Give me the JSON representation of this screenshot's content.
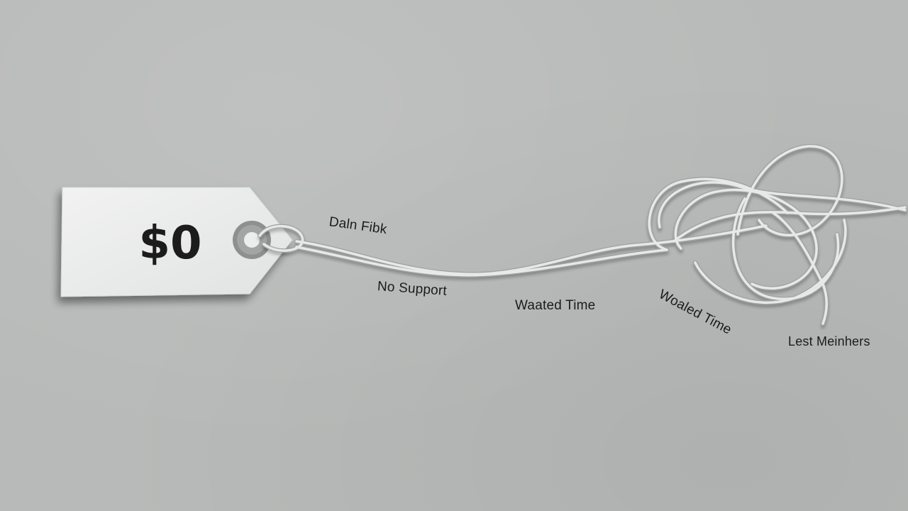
{
  "tag": {
    "price": "$0"
  },
  "labels": {
    "item1": "Daln Fibk",
    "item2": "No Support",
    "item3": "Waated Time",
    "item4": "Woaled Time",
    "item5": "Lest Meinhers"
  },
  "colors": {
    "background": "#b8bab9",
    "tag": "#eceeed",
    "grommet": "#8a8c8b",
    "string": "#e4e6e5",
    "text": "#1b1b1b"
  }
}
